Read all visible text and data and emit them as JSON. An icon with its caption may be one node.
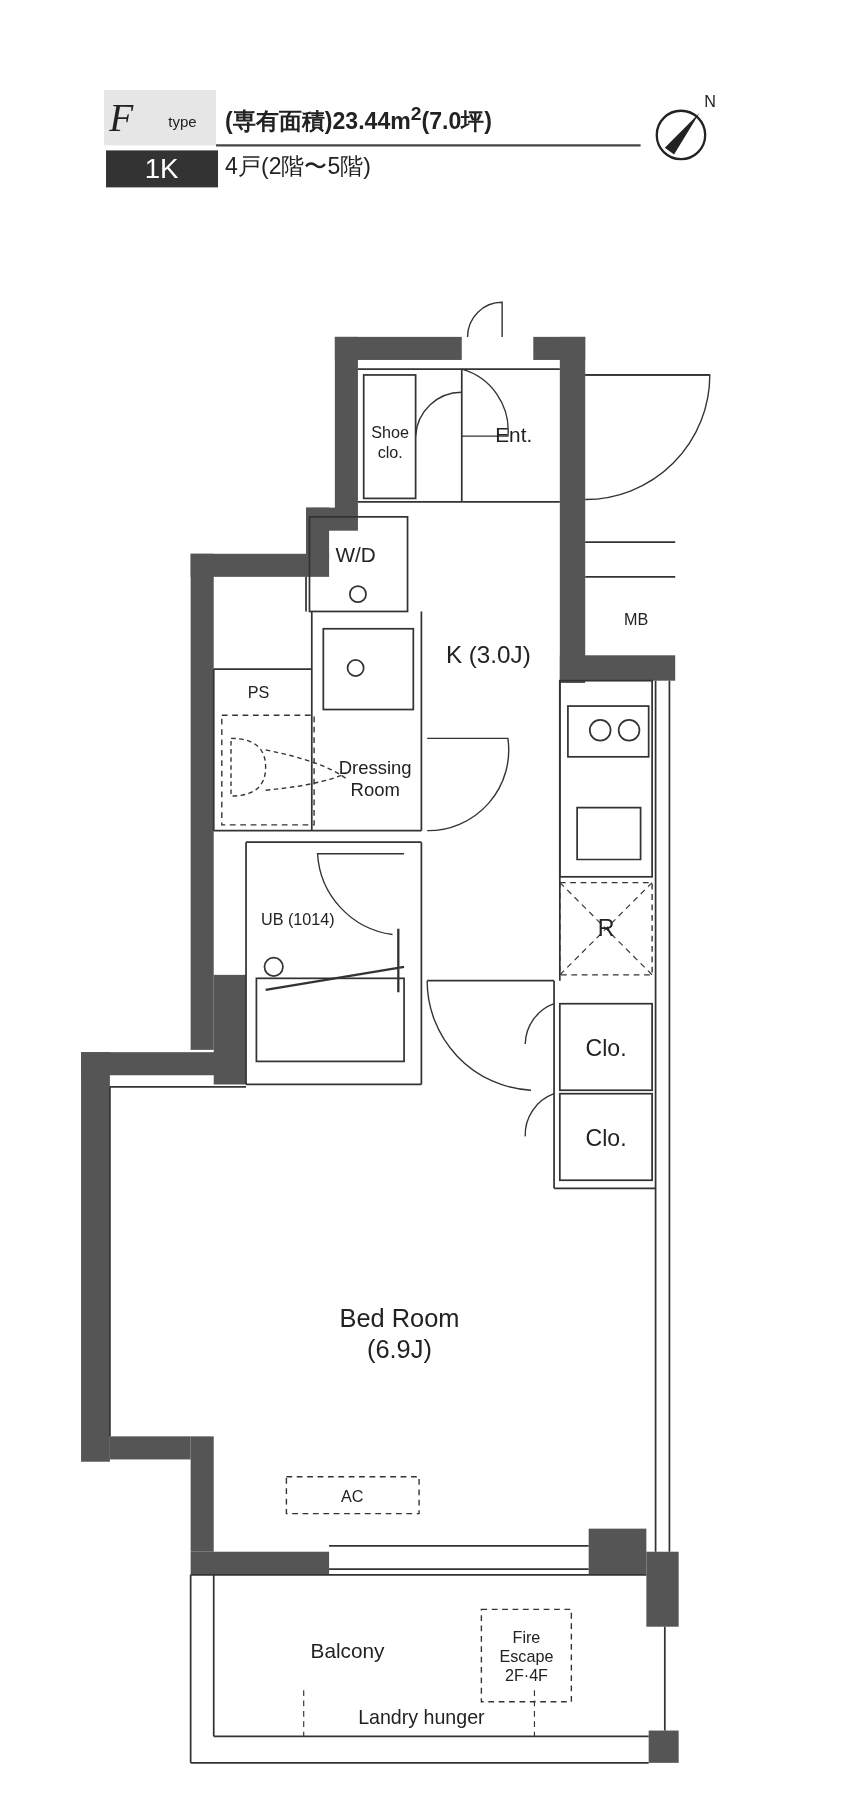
{
  "diagram": {
    "labels": [
      "F",
      "type",
      "1K",
      "(専有面積)23.44m$^{2}$(7.0坪)",
      "4戸(2階〜5階)",
      "N",
      "Shoe clo.",
      "Ent.",
      "W/D",
      "K (3.0J)",
      "MB",
      "PS",
      "Dressing Room",
      "UB (1014)",
      "R",
      "Clo.",
      "Clo.",
      "Bed Room (6.9J)",
      "AC",
      "Balcony",
      "Fire Escape 2F·4F",
      "Landry hunger"
    ]
  }
}
